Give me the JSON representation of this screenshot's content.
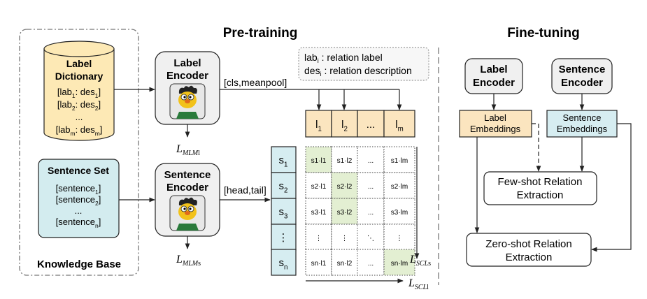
{
  "sections": {
    "pretraining_title": "Pre-training",
    "finetuning_title": "Fine-tuning"
  },
  "knowledge_base": {
    "label": "Knowledge Base",
    "dictionary": {
      "title_line1": "Label",
      "title_line2": "Dictionary",
      "entries": [
        {
          "a": "[lab",
          "i": "1",
          "b": ": des",
          "j": "1",
          "c": "]"
        },
        {
          "a": "[lab",
          "i": "2",
          "b": ": des",
          "j": "2",
          "c": "]"
        },
        {
          "a": "...",
          "i": "",
          "b": "",
          "j": "",
          "c": ""
        },
        {
          "a": "[lab",
          "i": "m",
          "b": ": des",
          "j": "m",
          "c": "]"
        }
      ]
    },
    "sentence_set": {
      "title": "Sentence Set",
      "entries": [
        {
          "a": "[sentence",
          "i": "1",
          "c": "]"
        },
        {
          "a": "[sentence",
          "i": "2",
          "c": "]"
        },
        {
          "a": "...",
          "i": "",
          "c": ""
        },
        {
          "a": "[sentence",
          "i": "n",
          "c": "]"
        }
      ]
    }
  },
  "encoders": {
    "label": {
      "line1": "Label",
      "line2": "Encoder"
    },
    "sentence": {
      "line1": "Sentence",
      "line2": "Encoder"
    }
  },
  "pooling": {
    "label": "[cls,meanpool]",
    "sentence": "[head,tail]"
  },
  "legend": {
    "line1": {
      "a": "lab",
      "i": "i",
      "b": " : relation label"
    },
    "line2": {
      "a": "des",
      "i": "i",
      "b": " : relation description"
    }
  },
  "losses": {
    "mlm_label": {
      "base": "L",
      "sub": "MLM",
      "sub2": "l"
    },
    "mlm_sentence": {
      "base": "L",
      "sub": "MLM",
      "sub2": "s"
    },
    "scl_s": {
      "base": "L",
      "sub": "SCL",
      "sub2": "s"
    },
    "scl_l": {
      "base": "L",
      "sub": "SCL",
      "sub2": "l"
    }
  },
  "label_embeddings_row": [
    {
      "a": "l",
      "i": "1"
    },
    {
      "a": "l",
      "i": "2"
    },
    {
      "a": "...",
      "i": ""
    },
    {
      "a": "l",
      "i": "m"
    }
  ],
  "sentence_embeddings_col": [
    {
      "a": "s",
      "i": "1"
    },
    {
      "a": "s",
      "i": "2"
    },
    {
      "a": "s",
      "i": "3"
    },
    {
      "a": "⋮",
      "i": ""
    },
    {
      "a": "s",
      "i": "n"
    }
  ],
  "similarity_matrix": {
    "rows": [
      [
        {
          "t": "s1·l1",
          "hl": true
        },
        {
          "t": "s1·l2",
          "hl": false
        },
        {
          "t": "...",
          "hl": false
        },
        {
          "t": "s1·lm",
          "hl": false
        }
      ],
      [
        {
          "t": "s2·l1",
          "hl": false
        },
        {
          "t": "s2·l2",
          "hl": true
        },
        {
          "t": "...",
          "hl": false
        },
        {
          "t": "s2·lm",
          "hl": false
        }
      ],
      [
        {
          "t": "s3·l1",
          "hl": false
        },
        {
          "t": "s3·l2",
          "hl": true
        },
        {
          "t": "...",
          "hl": false
        },
        {
          "t": "s3·lm",
          "hl": false
        }
      ],
      [
        {
          "t": "⋮",
          "hl": false
        },
        {
          "t": "⋮",
          "hl": false
        },
        {
          "t": "⋱",
          "hl": false
        },
        {
          "t": "⋮",
          "hl": false
        }
      ],
      [
        {
          "t": "sn·l1",
          "hl": false
        },
        {
          "t": "sn·l2",
          "hl": false
        },
        {
          "t": "...",
          "hl": false
        },
        {
          "t": "sn·lm",
          "hl": true
        }
      ]
    ]
  },
  "finetune": {
    "label_encoder": {
      "line1": "Label",
      "line2": "Encoder"
    },
    "sentence_encoder": {
      "line1": "Sentence",
      "line2": "Encoder"
    },
    "label_embeddings": {
      "line1": "Label",
      "line2": "Embeddings"
    },
    "sentence_embeddings": {
      "line1": "Sentence",
      "line2": "Embeddings"
    },
    "few_shot": {
      "line1": "Few-shot Relation",
      "line2": "Extraction"
    },
    "zero_shot": {
      "line1": "Zero-shot Relation",
      "line2": "Extraction"
    }
  },
  "colors": {
    "cylinder_fill": "#fde9b5",
    "sentence_set_fill": "#d3ecef",
    "encoder_fill": "#f0f0f0",
    "label_cell_fill": "#fbe5bf",
    "sentence_cell_fill": "#d6edf1",
    "highlight_fill": "#e3efd2",
    "stroke": "#222222",
    "dash": "#777777"
  }
}
